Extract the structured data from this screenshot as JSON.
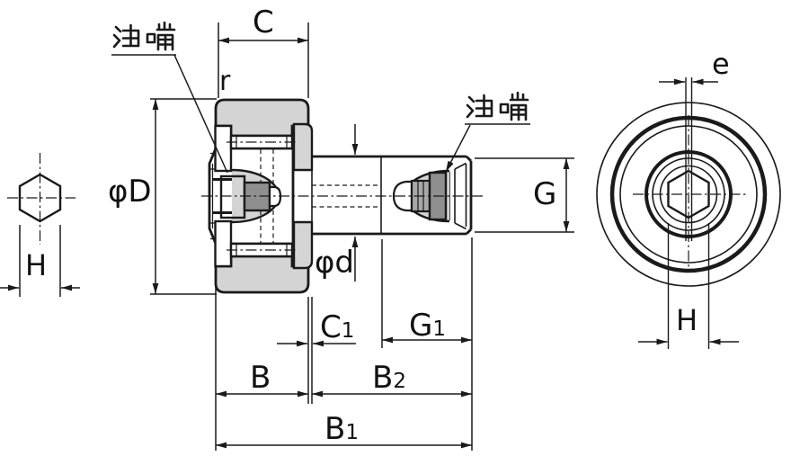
{
  "labels": {
    "grease_nipple": "油嘴",
    "C": "C",
    "r": "r",
    "phi_D": "φD",
    "phi_d": "φd",
    "G": "G",
    "e": "e",
    "H": "H",
    "B": "B",
    "C1": {
      "base": "C",
      "sub": "1"
    },
    "G1": {
      "base": "G",
      "sub": "1"
    },
    "B1": {
      "base": "B",
      "sub": "1"
    },
    "B2": {
      "base": "B",
      "sub": "2"
    }
  },
  "colors": {
    "line": "#1a1a1a",
    "text": "#111111",
    "fill_light": "#d4d4d4",
    "fill_mid": "#a8a8a8",
    "fill_dark": "#8f8f8f",
    "background": "#ffffff"
  }
}
